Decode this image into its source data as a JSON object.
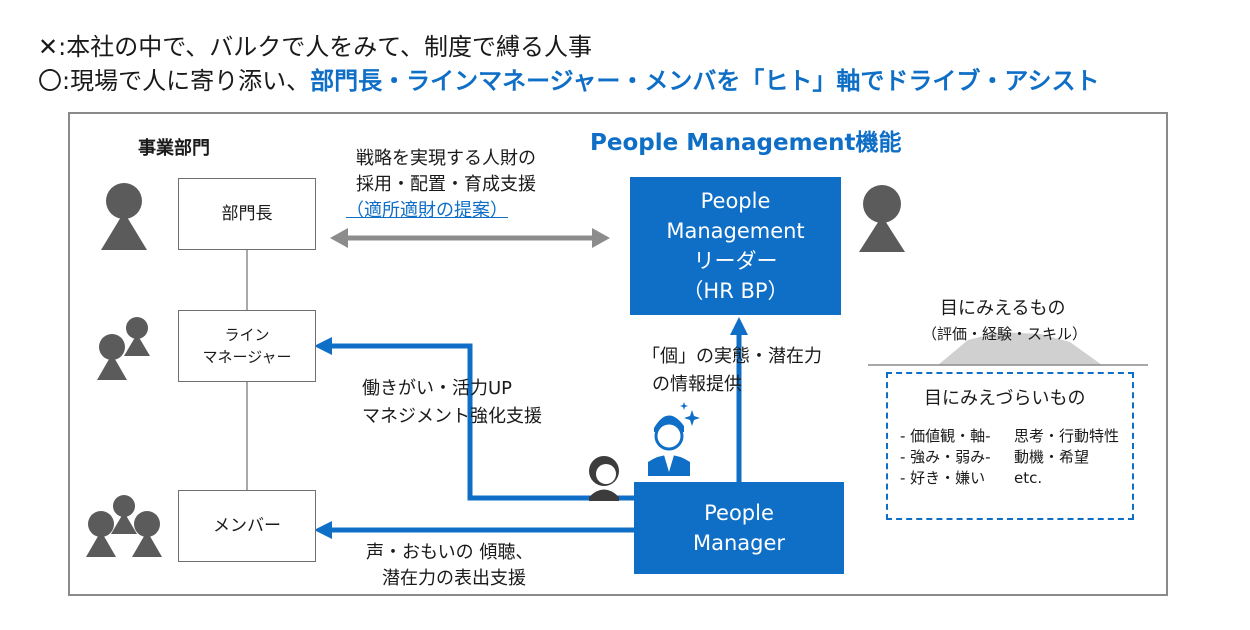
{
  "header": {
    "line1_mark": "✕",
    "line1_text": ":本社の中で、バルクで人をみて、制度で縛る人事",
    "line2_mark": "〇",
    "line2_prefix": ":現場で人に寄り添い、",
    "line2_highlight": "部門長・ラインマネージャー・メンバを「ヒト」軸でドライブ・アシスト"
  },
  "left": {
    "section_title": "事業部門",
    "dept_head": "部門長",
    "line_manager_1": "ライン",
    "line_manager_2": "マネージャー",
    "member": "メンバー"
  },
  "right": {
    "section_title": "People Management機能",
    "leader_1": "People",
    "leader_2": "Management",
    "leader_3": "リーダー",
    "leader_4": "（HR BP）",
    "manager_1": "People",
    "manager_2": "Manager"
  },
  "arrows": {
    "strategy_1": "戦略を実現する人財の",
    "strategy_2": "採用・配置・育成支援",
    "strategy_3": "（適所適財の提案）",
    "lm_support_1": "働きがい・活力UP",
    "lm_support_2": "マネジメント強化支援",
    "member_support_1": "声・おもいの 傾聴、",
    "member_support_2": "潜在力の表出支援",
    "info_1": "「個」の実態・潜在力",
    "info_2": "の情報提供"
  },
  "iceberg": {
    "visible_title": "目にみえるもの",
    "visible_items": "（評価・経験・スキル）",
    "hidden_title": "目にみえづらいもの",
    "hidden_row1_left": "-  価値観・軸-",
    "hidden_row1_right": "思考・行動特性",
    "hidden_row2_left": "-  強み・弱み-",
    "hidden_row2_right": "動機・希望",
    "hidden_row3_left": "-  好き・嫌い",
    "hidden_row3_right": "etc."
  },
  "colors": {
    "accent": "#0f6fc6",
    "arrow_gray": "#8c8c8c",
    "figure_gray": "#5b5b5b",
    "iceberg_gray": "#d0d0d0"
  }
}
